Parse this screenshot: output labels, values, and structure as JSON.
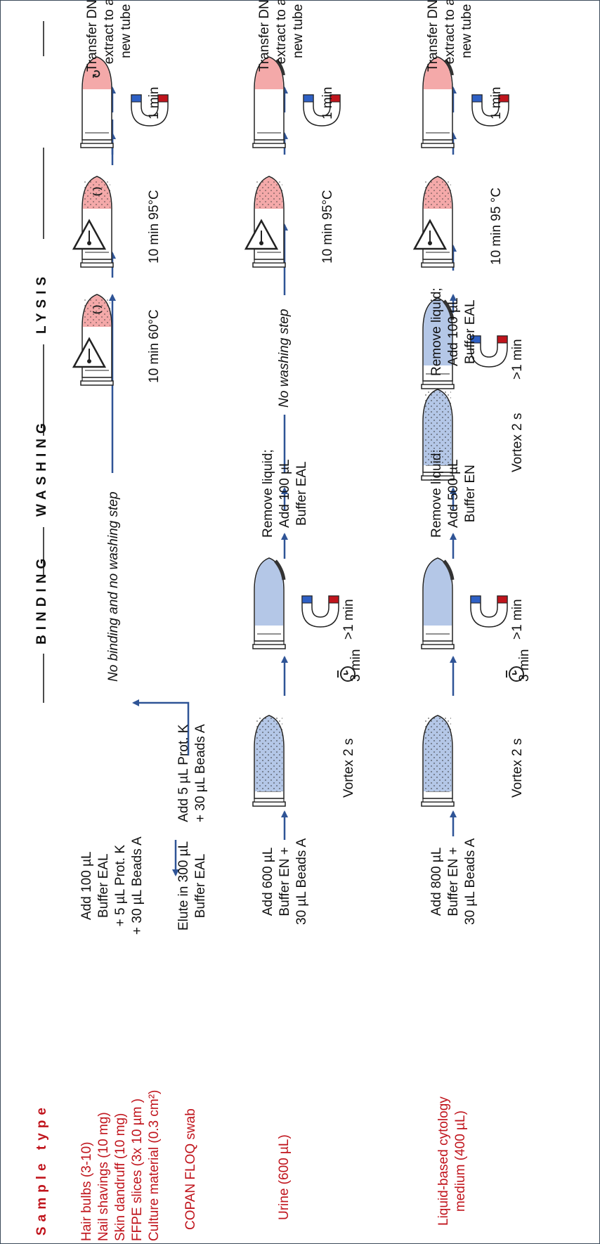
{
  "colors": {
    "accent_red": "#c0141c",
    "arrow_blue": "#2f5496",
    "pink": "#f4a9a9",
    "blue_fill": "#b4c7e7"
  },
  "headers": {
    "sample_type": "Sample type",
    "binding": "BINDING",
    "washing": "WASHING",
    "lysis": "LYSIS"
  },
  "samples": {
    "s1": [
      "Hair bulbs (3-10)",
      "Nail shavings (10 mg)",
      "Skin dandruff (10 mg)",
      "FFPE slices (3x 10 µm )",
      "Culture material (0.3 cm²)"
    ],
    "s2": "COPAN FLOQ swab",
    "s3": "Urine (600 µL)",
    "s4": [
      "Liquid-based cytology",
      "medium (400 µL)"
    ]
  },
  "steps": {
    "r1_add": [
      "Add 100 µL",
      "Buffer EAL",
      "+ 5 µL Prot. K",
      "+ 30 µL Beads A"
    ],
    "r2_elute": [
      "Elute in 300 µL",
      "Buffer EAL"
    ],
    "r2_add": [
      "Add 5 µL Prot. K",
      "+ 30 µL Beads A"
    ],
    "r1_note": "No binding and no washing step",
    "r3_add": [
      "Add 600 µL",
      "Buffer EN +",
      "30 µL Beads A"
    ],
    "r3_remove": [
      "Remove liquid;",
      "Add 100 µL",
      "Buffer EAL"
    ],
    "r3_note": "No washing step",
    "r4_add": [
      "Add 800 µL",
      "Buffer EN +",
      "30 µL Beads A"
    ],
    "r4_remove1": [
      "Remove liquid;",
      "Add 500 µL",
      "Buffer EN"
    ],
    "r4_remove2": [
      "Remove liquid;",
      "Add 100 µL",
      "Buffer EAL"
    ],
    "vortex": "Vortex 2 s",
    "min3": "3 min",
    "gt1min": ">1 min",
    "min1": "1 min",
    "t60": "10 min 60°C",
    "t95": "10 min 95°C",
    "t95b": "10 min 95 °C",
    "transfer": [
      "Transfer DNA",
      "extract to a",
      "new tube"
    ]
  },
  "icons": [
    "tube-icon",
    "magnet-icon",
    "thermometer-warning-icon",
    "timer-icon",
    "arrow-icon"
  ]
}
